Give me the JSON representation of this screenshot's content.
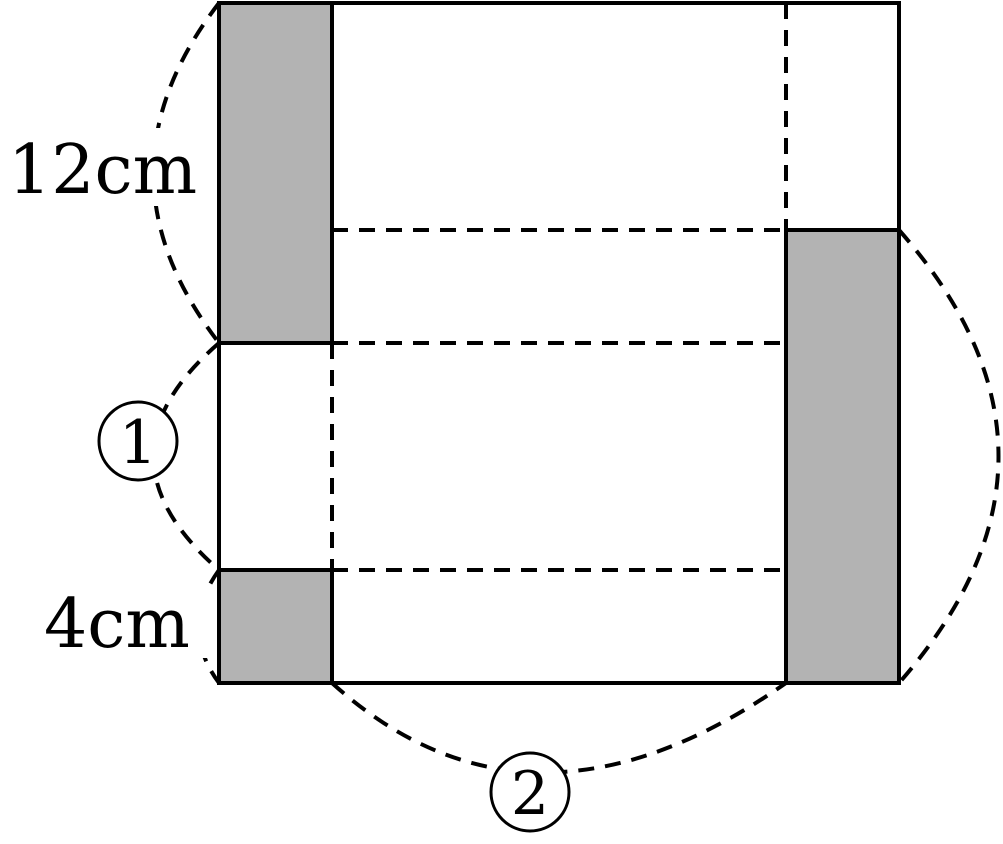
{
  "diagram": {
    "labels": {
      "height_top": "12cm",
      "height_bottom": "4cm",
      "marker_1": "1",
      "marker_2": "2"
    },
    "colors": {
      "shade": "#b3b3b3",
      "line": "#000000",
      "background": "#ffffff"
    }
  }
}
